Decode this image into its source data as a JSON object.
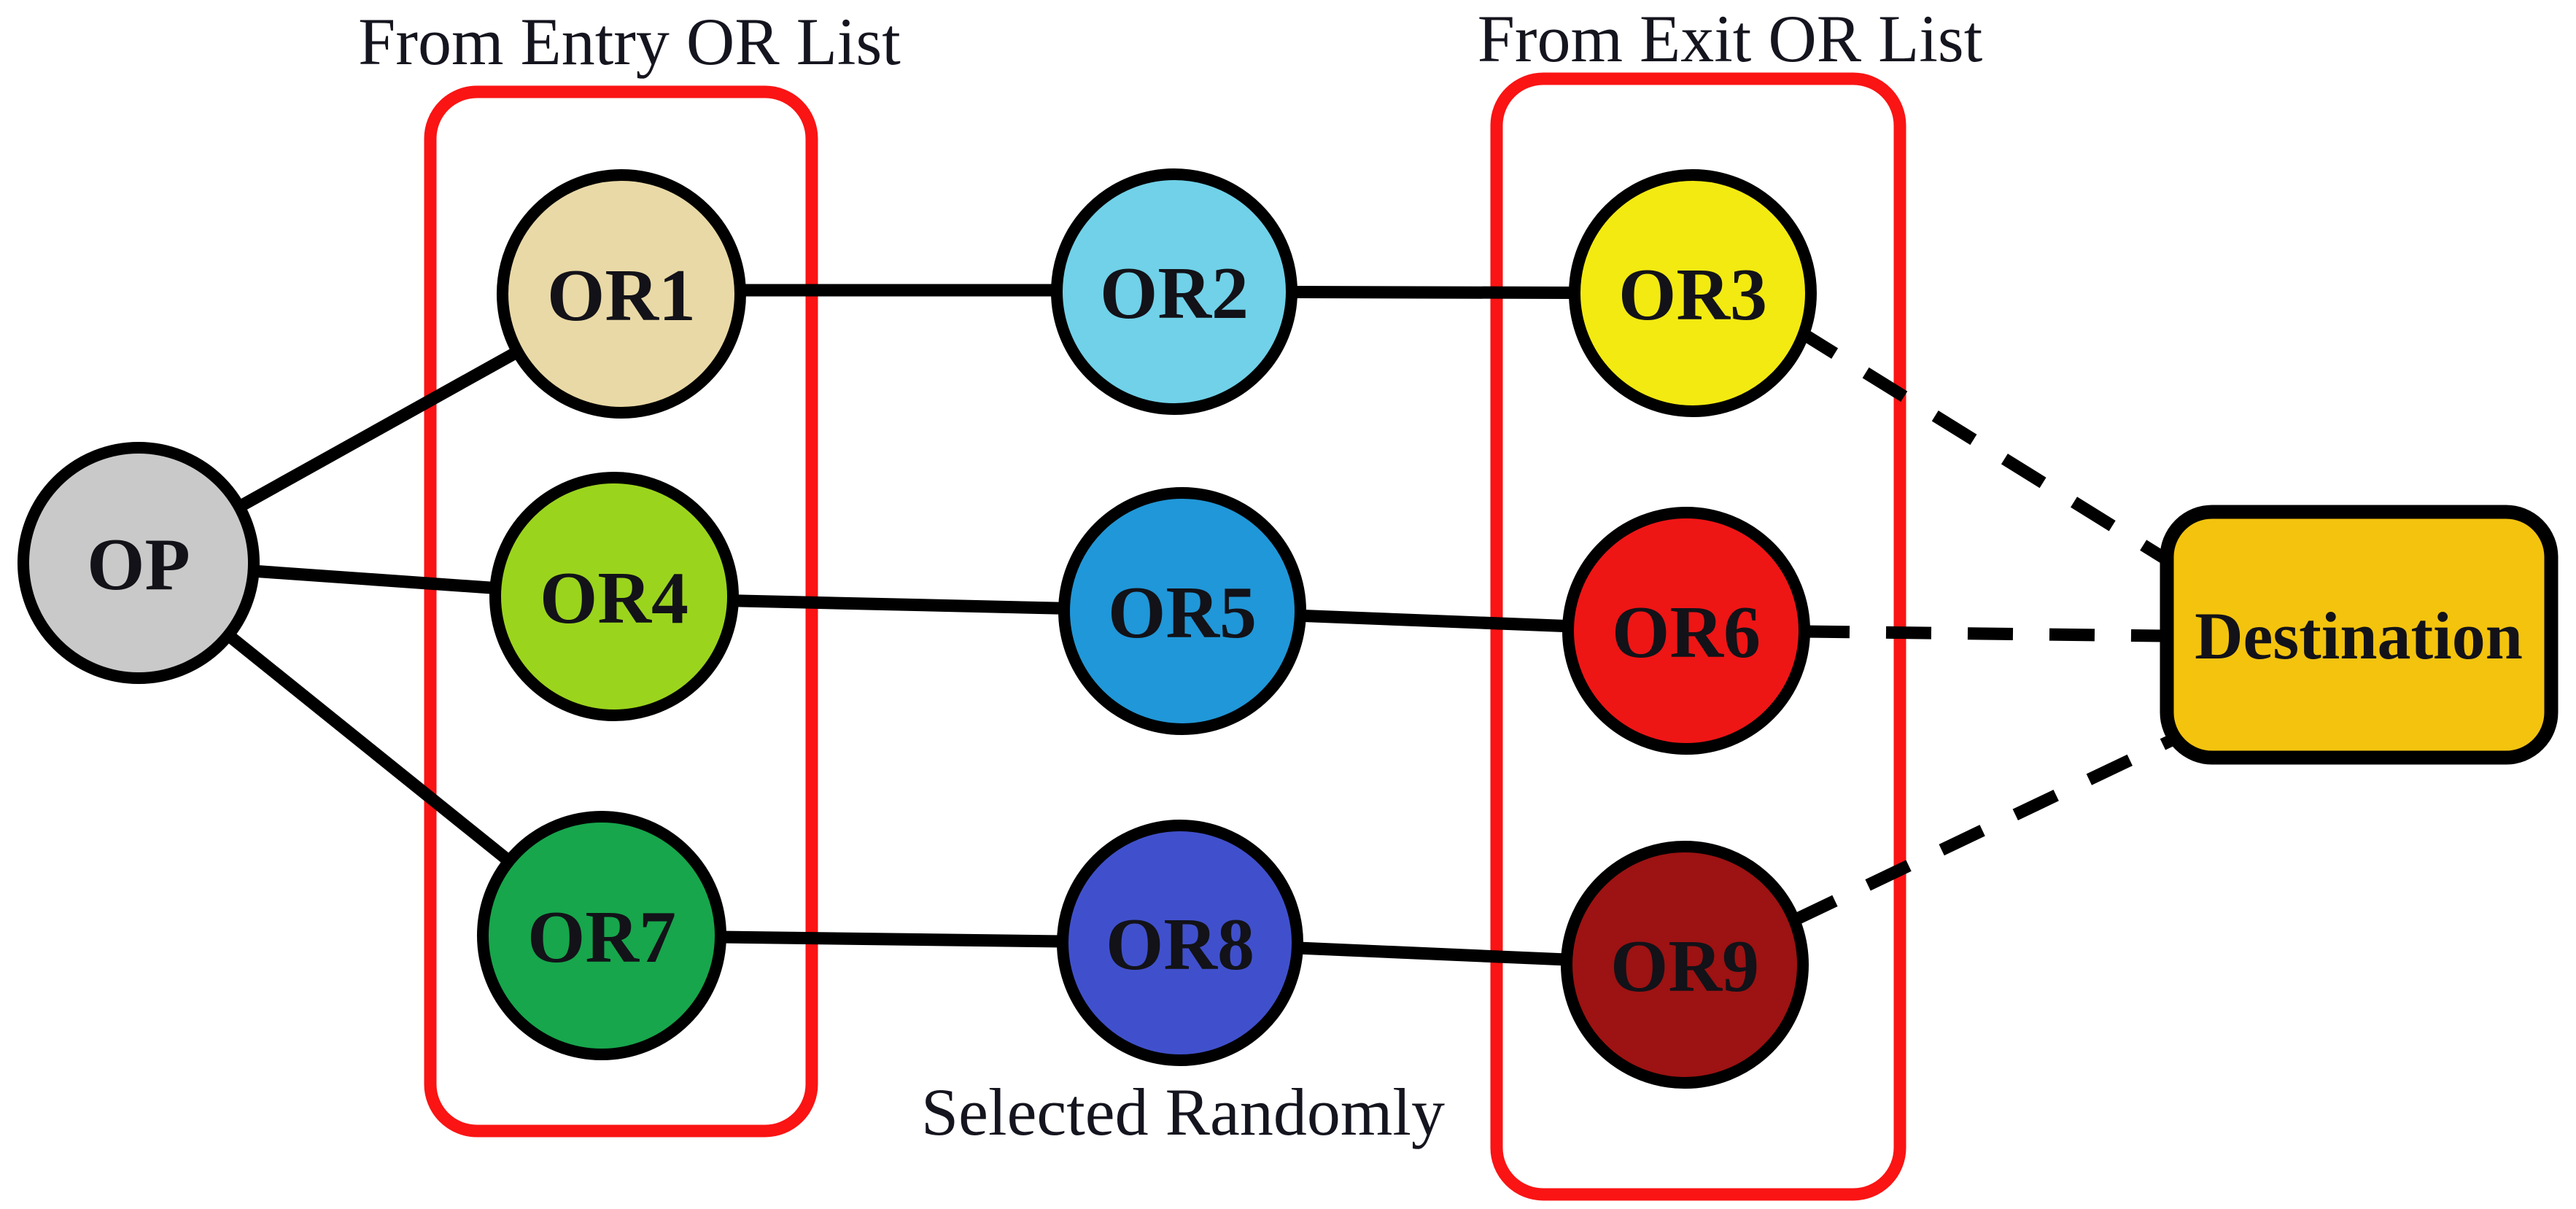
{
  "figure": {
    "background": "#ffffff",
    "edge_color": "#000000",
    "text_color": "#15151f"
  },
  "annotations": {
    "entry_label": "From Entry OR List",
    "exit_label": "From Exit OR List",
    "random_label": "Selected Randomly",
    "list_box_color": "#fa1414"
  },
  "nodes": {
    "op": {
      "label": "OP",
      "color": "#c9c9c9"
    },
    "or1": {
      "label": "OR1",
      "color": "#e9d9a6"
    },
    "or2": {
      "label": "OR2",
      "color": "#70d1e8"
    },
    "or3": {
      "label": "OR3",
      "color": "#f3ea11"
    },
    "or4": {
      "label": "OR4",
      "color": "#9bd41d"
    },
    "or5": {
      "label": "OR5",
      "color": "#2097d8"
    },
    "or6": {
      "label": "OR6",
      "color": "#ee1515"
    },
    "or7": {
      "label": "OR7",
      "color": "#17a64c"
    },
    "or8": {
      "label": "OR8",
      "color": "#4050cc"
    },
    "or9": {
      "label": "OR9",
      "color": "#9d1212"
    }
  },
  "destination": {
    "label": "Destination",
    "color": "#f3c30e"
  },
  "edges": {
    "solid": [
      "OP-OR1",
      "OP-OR4",
      "OP-OR7",
      "OR1-OR2",
      "OR2-OR3",
      "OR4-OR5",
      "OR5-OR6",
      "OR7-OR8",
      "OR8-OR9"
    ],
    "dashed": [
      "OR3-Destination",
      "OR6-Destination",
      "OR9-Destination"
    ]
  }
}
